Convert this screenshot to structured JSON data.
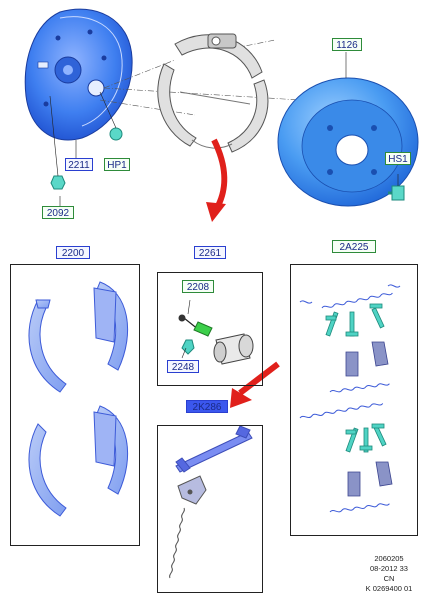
{
  "labels": {
    "backing_plate": "2211",
    "hole_plug": "HP1",
    "bleeder": "2092",
    "drum": "1126",
    "drum_screw": "HS1",
    "shoe_set": "2200",
    "wheel_cylinder": "2261",
    "bleeder_kit": "2208",
    "bleeder_cap": "2248",
    "spring_kit": "2A225",
    "adjuster_kit": "2K286"
  },
  "doc_ref": [
    "2060205",
    "08-2012 33",
    "CN",
    "K 0269400 01"
  ],
  "colors": {
    "part_blue": "#3f7ff0",
    "part_blue_light": "#9fb8f5",
    "shoe_grey": "#d9d9d9",
    "arrow_red": "#e0201b",
    "label_green": "#2e8b3a",
    "label_blue": "#2a3fd0",
    "hardware_teal": "#4fd3c4"
  }
}
